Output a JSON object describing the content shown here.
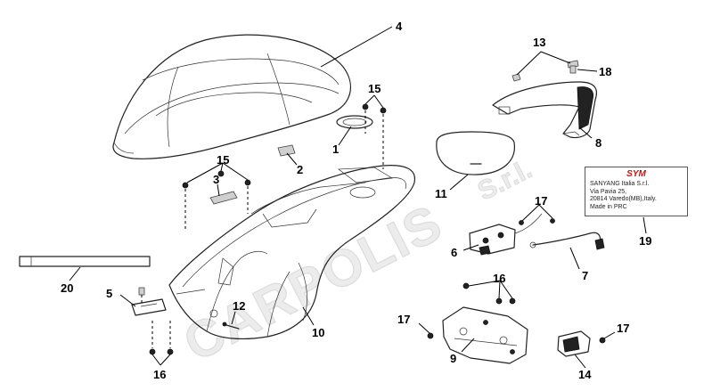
{
  "watermark": {
    "main": "CARPOLIS",
    "suffix": "S.r.l."
  },
  "colors": {
    "line": "#222222",
    "logo_red": "#cc1111",
    "watermark": "#ececec"
  },
  "callouts": {
    "c1": "1",
    "c2": "2",
    "c3": "3",
    "c4": "4",
    "c5": "5",
    "c6": "6",
    "c7": "7",
    "c8": "8",
    "c9": "9",
    "c10": "10",
    "c11": "11",
    "c12": "12",
    "c13": "13",
    "c14": "14",
    "c15a": "15",
    "c15b": "15",
    "c16a": "16",
    "c16b": "16",
    "c17a": "17",
    "c17b": "17",
    "c17c": "17",
    "c18": "18",
    "c19": "19",
    "c20": "20"
  },
  "label_plate": {
    "logo": "SYM",
    "lines": [
      "SANYANG Italia S.r.l.",
      "Via Pavia 25,",
      "20814 Varedo(MB),Italy.",
      "Made in PRC"
    ]
  }
}
